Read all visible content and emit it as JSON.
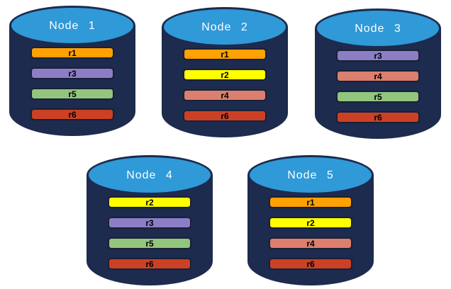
{
  "diagram": {
    "colors": {
      "background": "#FFFFFF",
      "cylinder_body": "#1C2B4E",
      "cylinder_top": "#3099D8",
      "bar_border": "#1A2035",
      "title_text": "#FFFFFF",
      "bar_text": "#000000"
    },
    "replica_colors": {
      "r1": "#FFA102",
      "r2": "#FFFF00",
      "r3": "#8B7EC6",
      "r4": "#DB7F6E",
      "r5": "#92C57E",
      "r6": "#CC4125"
    },
    "nodes": [
      {
        "label": "Node 1",
        "replicas": [
          "r1",
          "r3",
          "r5",
          "r6"
        ]
      },
      {
        "label": "Node 2",
        "replicas": [
          "r1",
          "r2",
          "r4",
          "r6"
        ]
      },
      {
        "label": "Node 3",
        "replicas": [
          "r3",
          "r4",
          "r5",
          "r6"
        ]
      },
      {
        "label": "Node 4",
        "replicas": [
          "r2",
          "r3",
          "r5",
          "r6"
        ]
      },
      {
        "label": "Node 5",
        "replicas": [
          "r1",
          "r2",
          "r4",
          "r6"
        ]
      }
    ]
  }
}
